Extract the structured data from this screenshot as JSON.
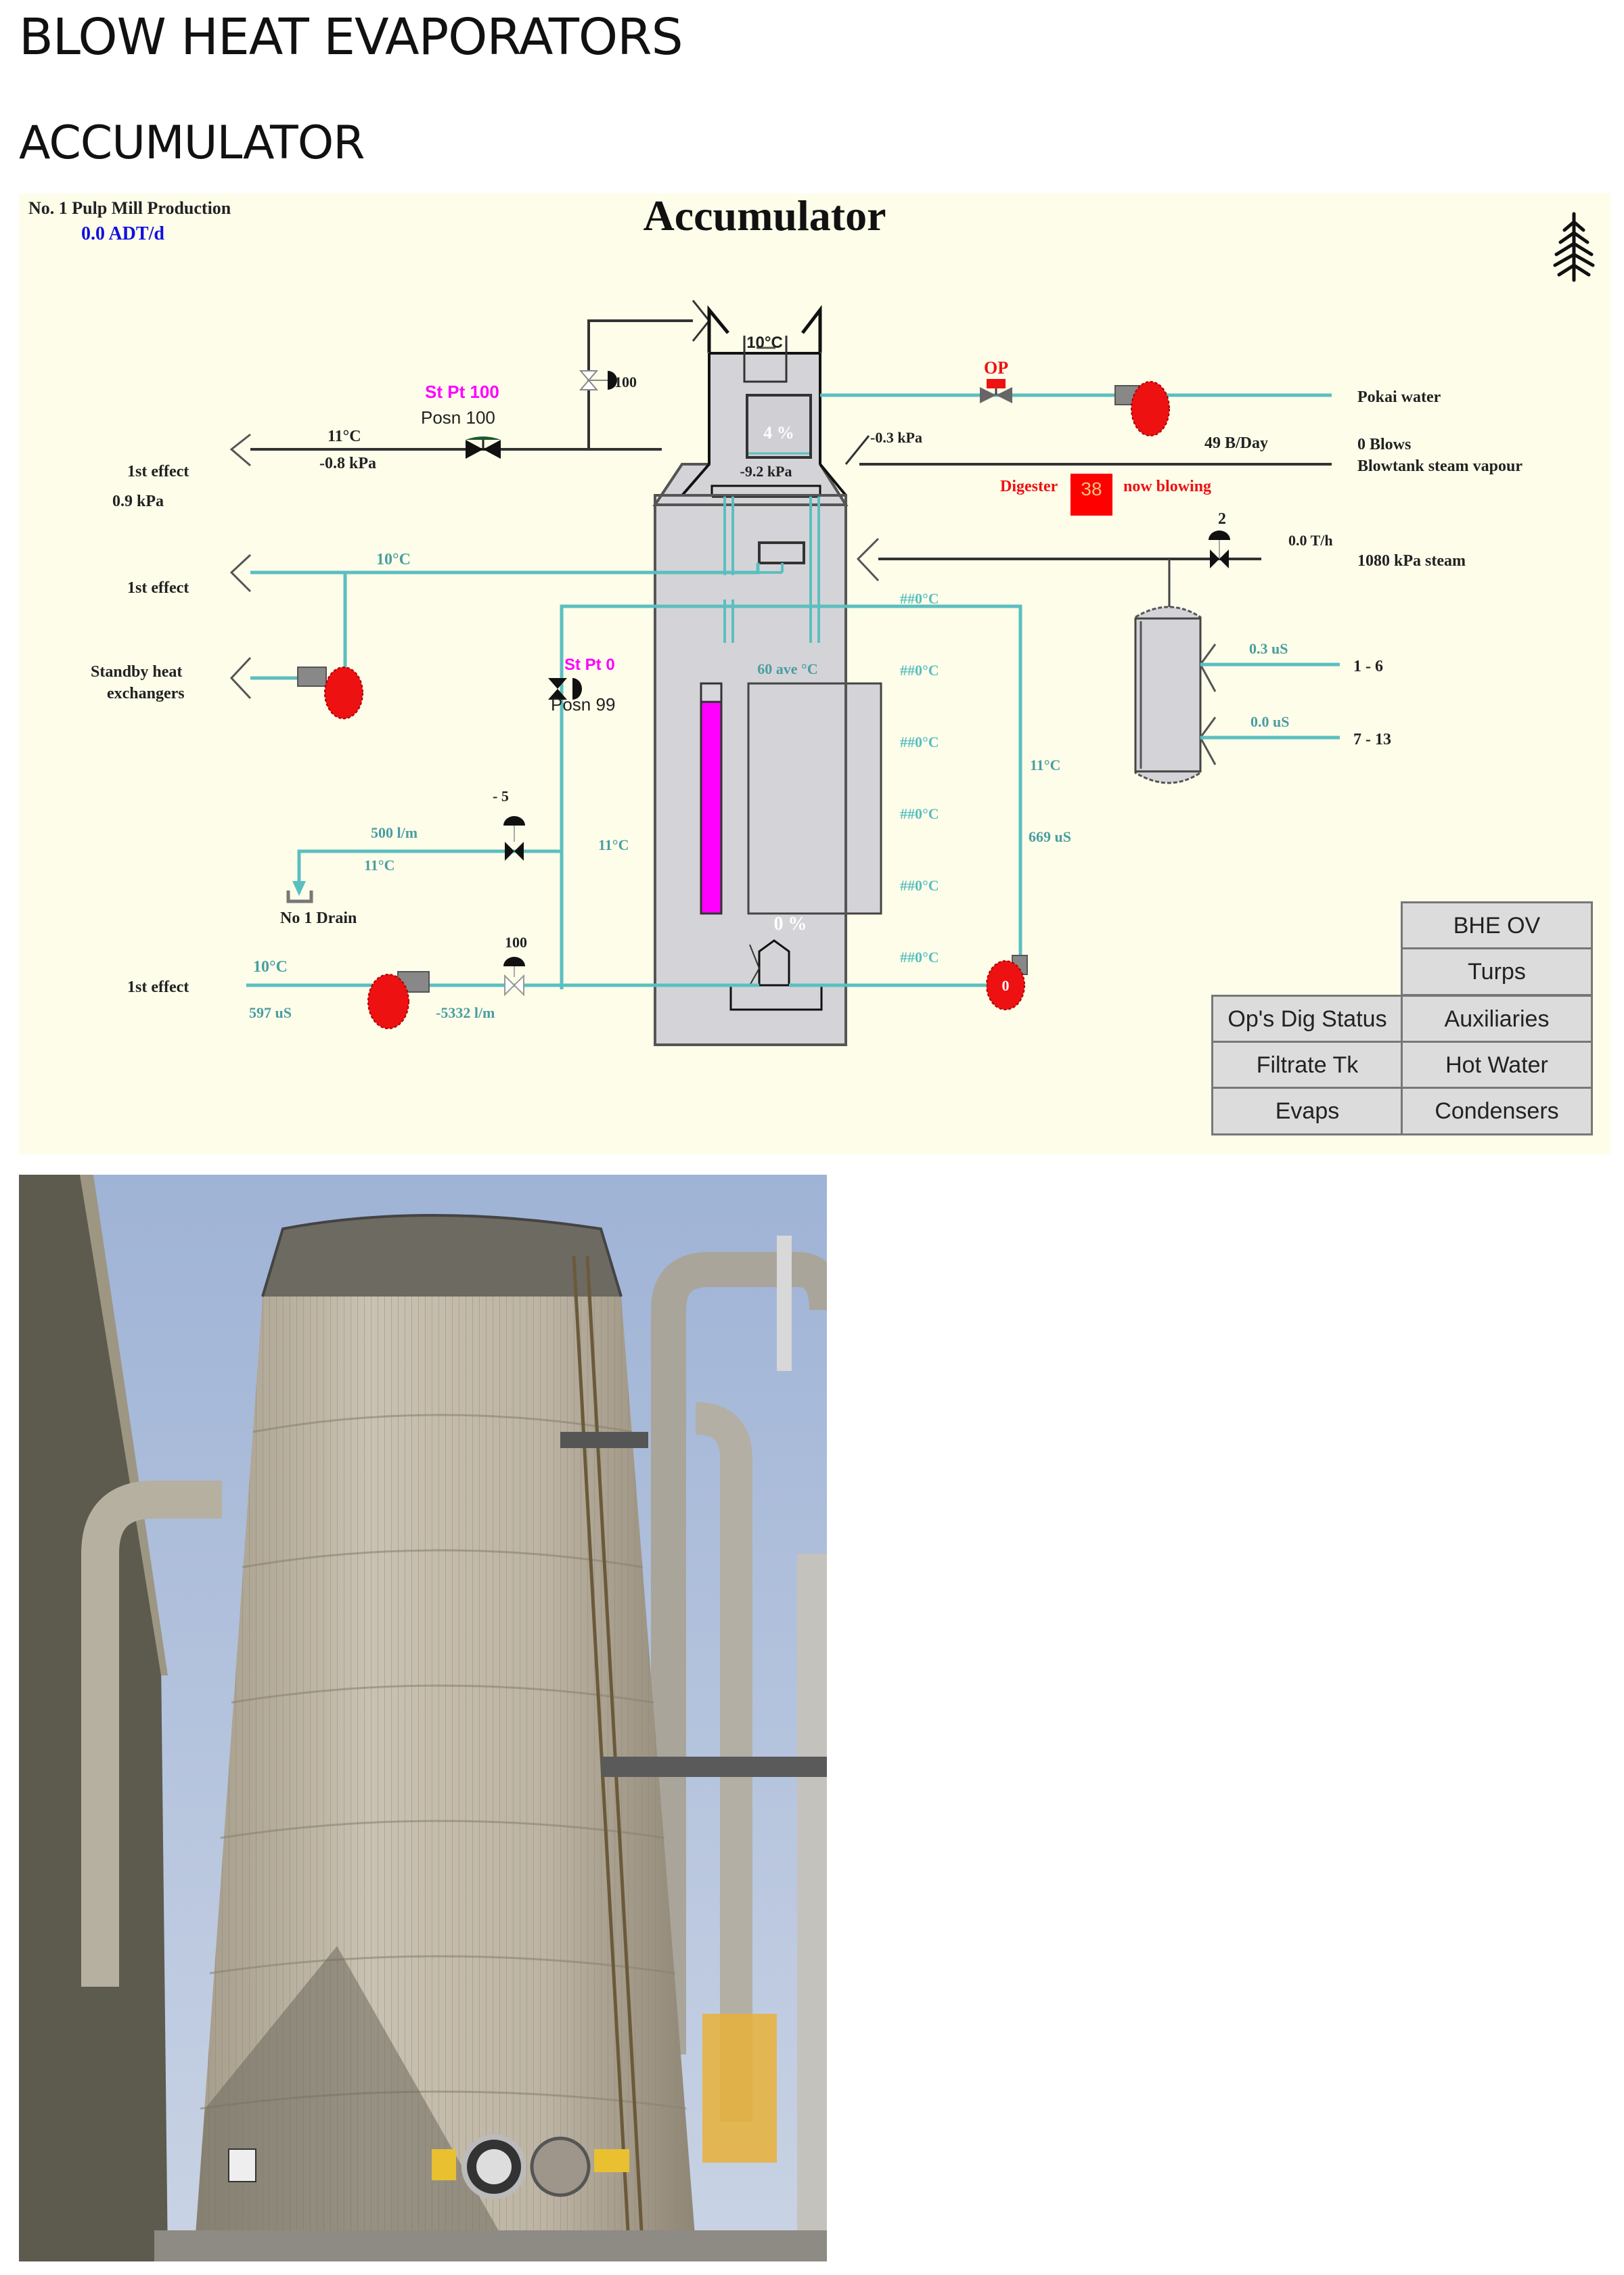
{
  "document": {
    "heading": "BLOW HEAT EVAPORATORS",
    "subheading": "ACCUMULATOR"
  },
  "hmi": {
    "title": "Accumulator",
    "production": {
      "label": "No. 1 Pulp Mill Production",
      "value": "0.0 ADT/d"
    },
    "logo_icon": "fern-leaf-icon",
    "top_left": {
      "dest_label": "1st effect",
      "dest_pressure": "0.9 kPa",
      "line_temp": "11°C",
      "line_pressure": "-0.8 kPa",
      "valve_setpoint": "St Pt 100",
      "valve_position": "Posn 100",
      "bypass_valve_value": "100"
    },
    "vessel": {
      "top_temp": "10°C",
      "upper_level": "4 %",
      "upper_pressure": "-9.2 kPa",
      "side_pressure": "-0.3 kPa",
      "ave_temp": "60 ave °C",
      "lower_level": "0 %",
      "level_bar_fraction": 0.92,
      "zone_temps": [
        "##0°C",
        "##0°C",
        "##0°C",
        "##0°C",
        "##0°C",
        "##0°C"
      ]
    },
    "pokai": {
      "valve_label": "OP",
      "dest_label": "Pokai water"
    },
    "blow": {
      "rate": "49 B/Day",
      "blows": "0 Blows",
      "dest_label": "Blowtank steam vapour",
      "digester_label": "Digester",
      "digester_number": "38",
      "status": "now blowing"
    },
    "steam": {
      "valve_value": "2",
      "flow": "0.0 T/h",
      "dest_label": "1080 kPa steam"
    },
    "condensate_tank": {
      "inlets": [
        {
          "value": "0.3 uS",
          "label": "1 - 6"
        },
        {
          "value": "0.0 uS",
          "label": "7 - 13"
        }
      ]
    },
    "left_mid": {
      "dest1_label": "1st effect",
      "line_temp": "10°C",
      "dest2_label_line1": "Standby heat",
      "dest2_label_line2": "exchangers"
    },
    "recirc": {
      "valve_setpoint": "St Pt 0",
      "valve_position": "Posn 99",
      "temp_right": "11°C",
      "conductivity_right": "669 uS",
      "temp_mid": "11°C",
      "pump_value": "0"
    },
    "drain": {
      "valve_value": "- 5",
      "flow": "500 l/m",
      "temp": "11°C",
      "dest_label": "No 1 Drain"
    },
    "bottom_feed": {
      "source_label": "1st effect",
      "temp": "10°C",
      "conductivity": "597 uS",
      "flow": "-5332 l/m",
      "valve_value": "100"
    },
    "nav": {
      "buttons": [
        {
          "id": "bhe-ov",
          "label": "BHE OV"
        },
        {
          "id": "turps",
          "label": "Turps"
        },
        {
          "id": "ops-dig-status",
          "label": "Op's Dig Status"
        },
        {
          "id": "auxiliaries",
          "label": "Auxiliaries"
        },
        {
          "id": "filtrate-tk",
          "label": "Filtrate Tk"
        },
        {
          "id": "hot-water",
          "label": "Hot Water"
        },
        {
          "id": "evaps",
          "label": "Evaps"
        },
        {
          "id": "condensers",
          "label": "Condensers"
        }
      ]
    },
    "colors": {
      "background": "#fdfdea",
      "pipe_water": "#5bbfc0",
      "pipe_steam": "#333333",
      "vessel": "#d4d4d8",
      "pump": "#ee1111",
      "alarm": "#ff0000",
      "setpoint": "#ff00ff",
      "level_bar": "#ff00ff",
      "production_value": "#1010e0"
    }
  },
  "photo": {
    "description": "Photograph of the accumulator tank at the pulp mill"
  }
}
